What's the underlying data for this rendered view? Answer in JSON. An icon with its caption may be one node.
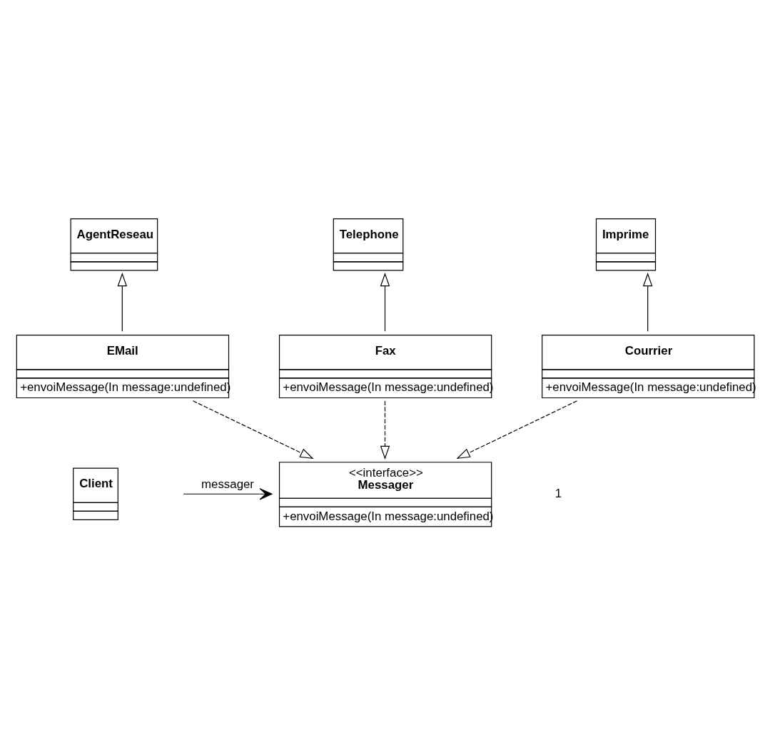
{
  "diagram": {
    "nodes": [
      {
        "text": [
          "AgentReseau"
        ]
      },
      {
        "text": [
          "Telephone"
        ]
      },
      {
        "text": [
          "Imprime"
        ]
      },
      {
        "text": [
          "EMail",
          "+envoiMessage(In message:undefined)"
        ]
      },
      {
        "text": [
          "Fax",
          "+envoiMessage(In message:undefined)"
        ]
      },
      {
        "text": [
          "Courrier",
          "+envoiMessage(In message:undefined)"
        ]
      },
      {
        "text": [
          "<<interface>>",
          "Messager",
          "+envoiMessage(In message:undefined)"
        ]
      },
      {
        "text": [
          "Client"
        ]
      }
    ],
    "edges": [
      {
        "from": 3,
        "to": 0,
        "arrow": "to"
      },
      {
        "from": 4,
        "to": 1,
        "arrow": "to"
      },
      {
        "from": 5,
        "to": 2,
        "arrow": "to"
      },
      {
        "from": 3,
        "to": 6,
        "arrow": "to",
        "style": "dashed"
      },
      {
        "from": 4,
        "to": 6,
        "arrow": "to",
        "style": "dashed"
      },
      {
        "from": 5,
        "to": 6,
        "arrow": "to",
        "style": "dashed"
      },
      {
        "from": 7,
        "to": 6,
        "arrow": "to",
        "label": "messager"
      }
    ],
    "labels": [
      "1"
    ]
  }
}
